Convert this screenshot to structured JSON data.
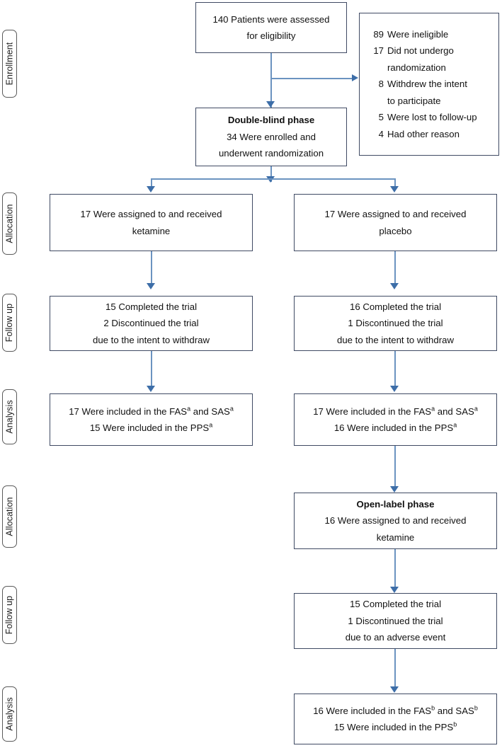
{
  "diagram": {
    "title": "CONSORT participant flow diagram",
    "colors": {
      "box_border": "#3f4a63",
      "connector": "#6b93c0",
      "arrow_head": "#3d6ea8",
      "stage_pill_border": "#5a5a5a",
      "text": "#111111",
      "background": "#ffffff"
    }
  },
  "stages": [
    {
      "label": "Enrollment"
    },
    {
      "label": "Allocation"
    },
    {
      "label": "Follow up"
    },
    {
      "label": "Analysis"
    },
    {
      "label": "Allocation"
    },
    {
      "label": "Follow up"
    },
    {
      "label": "Analysis"
    }
  ],
  "boxes": {
    "assessed": {
      "line1": "140 Patients were assessed",
      "line2": "for eligibility"
    },
    "excluded": {
      "items": [
        {
          "num": "89",
          "text": "Were ineligible",
          "cont": null
        },
        {
          "num": "17",
          "text": "Did not undergo",
          "cont": "randomization"
        },
        {
          "num": "8",
          "text": "Withdrew the intent",
          "cont": "to participate"
        },
        {
          "num": "5",
          "text": "Were lost to follow-up",
          "cont": null
        },
        {
          "num": "4",
          "text": "Had other reason",
          "cont": null
        }
      ]
    },
    "double_blind": {
      "heading": "Double-blind phase",
      "line1": "34 Were enrolled and",
      "line2": "underwent randomization"
    },
    "alloc_ketamine": {
      "line1": "17 Were assigned to and received",
      "line2": "ketamine"
    },
    "alloc_placebo": {
      "line1": "17 Were assigned to and received",
      "line2": "placebo"
    },
    "followup_ketamine": {
      "line1": "15 Completed the trial",
      "line2": "2 Discontinued the trial",
      "line3": "due to the intent to withdraw"
    },
    "followup_placebo": {
      "line1": "16 Completed the trial",
      "line2": "1 Discontinued the trial",
      "line3": "due to the intent to withdraw"
    },
    "analysis_ketamine": {
      "line1_pre": "17 Were included in the FAS",
      "line1_sup1": "a",
      "line1_mid": " and SAS",
      "line1_sup2": "a",
      "line2_pre": "15 Were included in the PPS",
      "line2_sup": "a"
    },
    "analysis_placebo": {
      "line1_pre": "17 Were included in the FAS",
      "line1_sup1": "a",
      "line1_mid": " and SAS",
      "line1_sup2": "a",
      "line2_pre": "16 Were included in the PPS",
      "line2_sup": "a"
    },
    "open_label": {
      "heading": "Open-label phase",
      "line1": "16 Were assigned to and received",
      "line2": "ketamine"
    },
    "followup_open": {
      "line1": "15 Completed the trial",
      "line2": "1 Discontinued the trial",
      "line3": "due to an adverse event"
    },
    "analysis_open": {
      "line1_pre": "16 Were included in the FAS",
      "line1_sup1": "b",
      "line1_mid": " and SAS",
      "line1_sup2": "b",
      "line2_pre": "15 Were included in the PPS",
      "line2_sup": "b"
    }
  }
}
